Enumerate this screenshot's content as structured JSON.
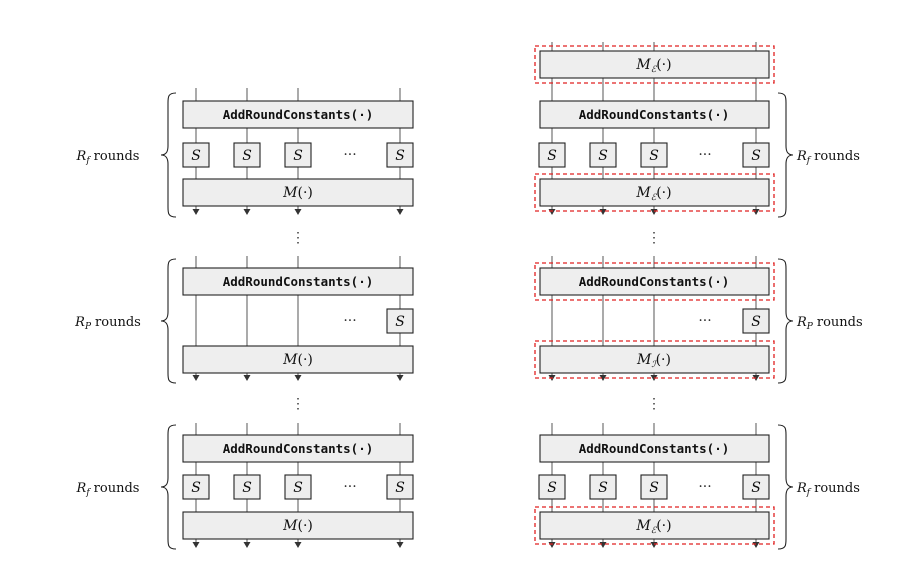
{
  "left": {
    "stages": [
      {
        "label": "R_f rounds",
        "arc": "AddRoundConstants(·)",
        "sbox": "S",
        "mix": "M(·)",
        "partial": false
      },
      {
        "label": "R_P rounds",
        "arc": "AddRoundConstants(·)",
        "sbox": "S",
        "mix": "M(·)",
        "partial": true
      },
      {
        "label": "R_f rounds",
        "arc": "AddRoundConstants(·)",
        "sbox": "S",
        "mix": "M(·)",
        "partial": false
      }
    ]
  },
  "right": {
    "pre_mix": "M_E(·)",
    "stages": [
      {
        "label": "R_f rounds",
        "arc": "AddRoundConstants(·)",
        "sbox": "S",
        "mix": "M_E(·)",
        "partial": false
      },
      {
        "label": "R_P rounds",
        "arc": "AddRoundConstants(·)",
        "sbox": "S",
        "mix": "M_I(·)",
        "partial": true
      },
      {
        "label": "R_f rounds",
        "arc": "AddRoundConstants(·)",
        "sbox": "S",
        "mix": "M_E(·)",
        "partial": false
      }
    ]
  },
  "symbols": {
    "R": "R",
    "sub_f": "f",
    "sub_P": "P",
    "rounds": "rounds",
    "M": "M",
    "sub_E": "ℰ",
    "sub_I": "ℐ",
    "arg": "(·)",
    "S": "S",
    "hdots": "···",
    "vdots": "⋮"
  },
  "highlights": {
    "color": "#e02020",
    "right_pre_mix": true,
    "right_stage1_mix": true,
    "right_stage2_arc": true,
    "right_stage2_mix": true,
    "right_stage3_mix": true
  }
}
